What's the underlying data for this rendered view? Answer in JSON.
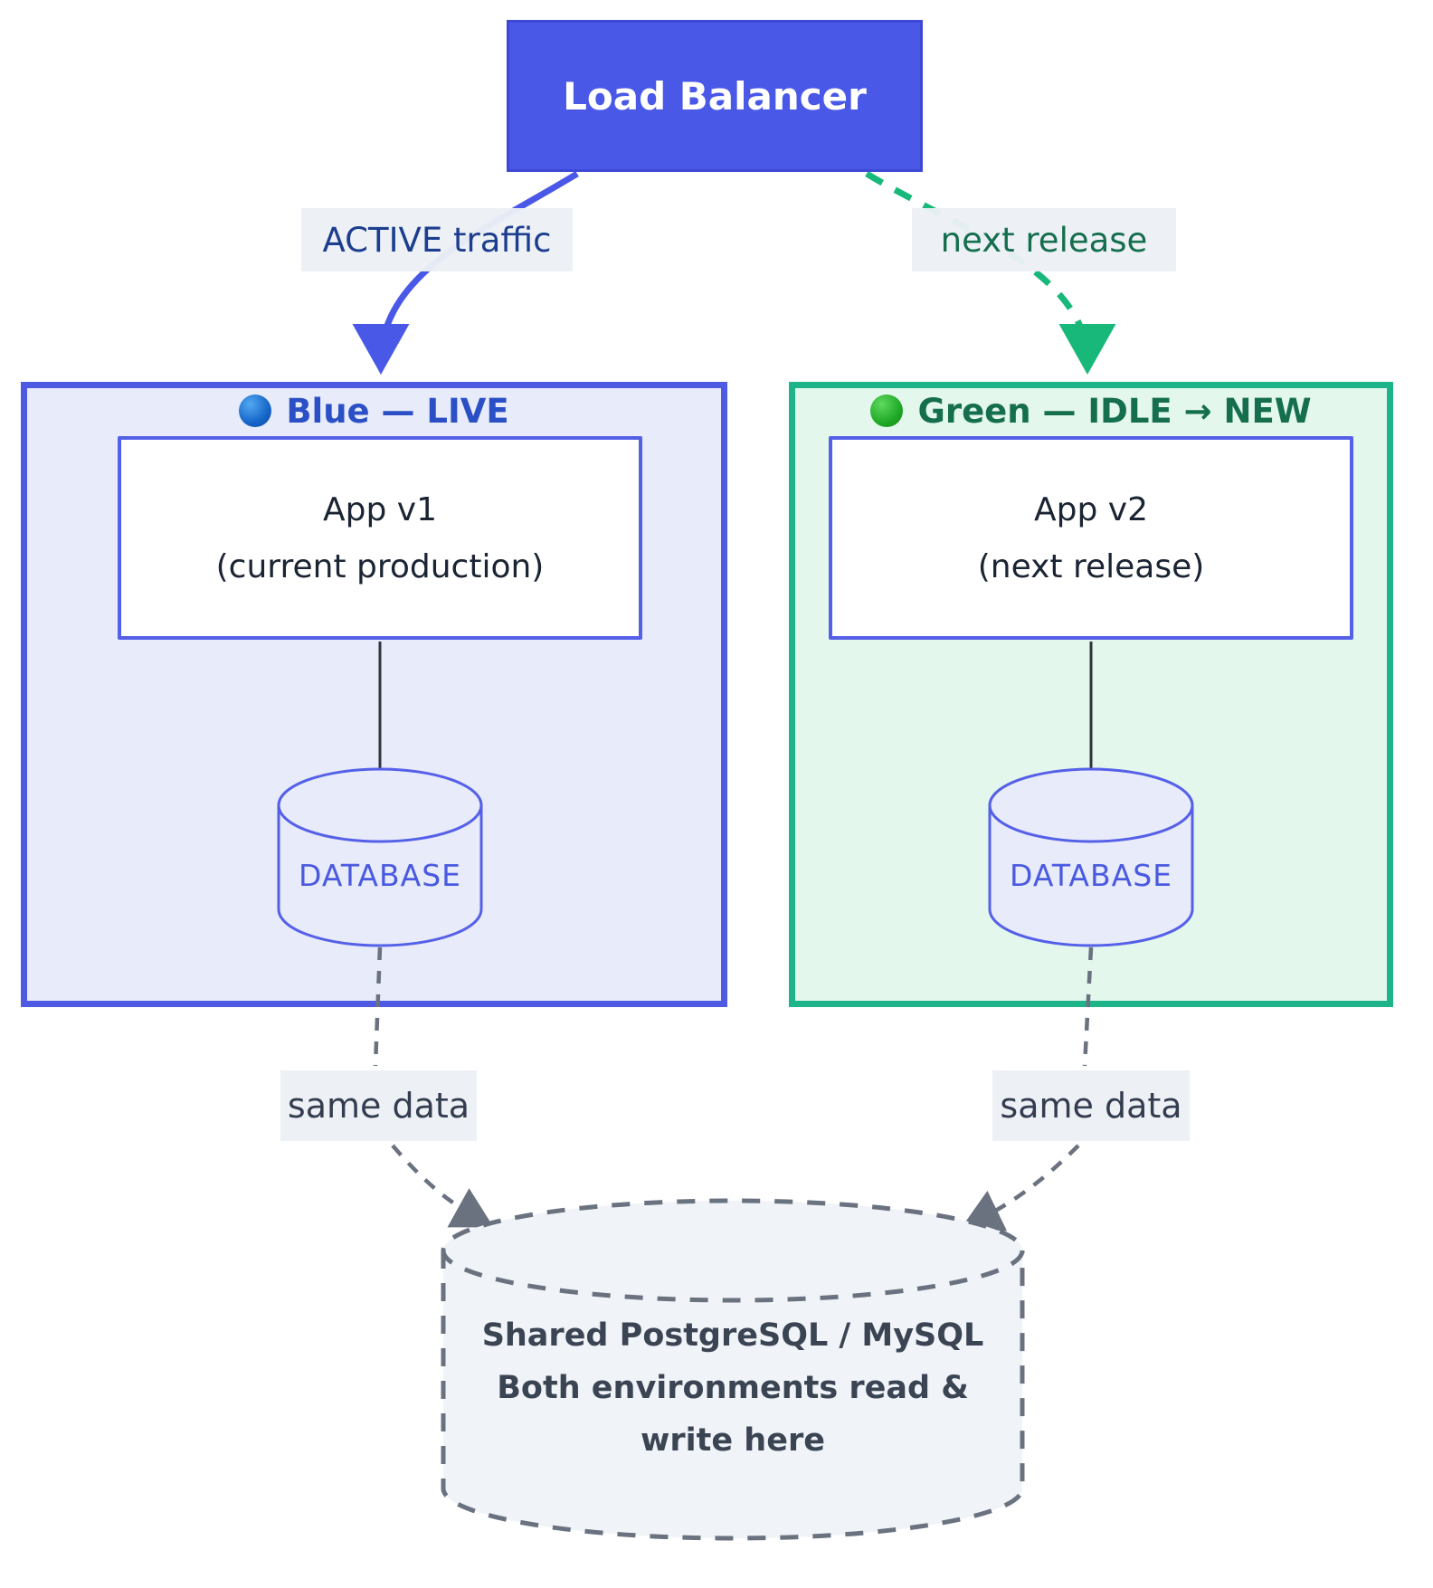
{
  "diagram": {
    "title_hint": "Blue-Green deployment architecture",
    "load_balancer": {
      "label": "Load Balancer"
    },
    "edges": {
      "active_traffic": "ACTIVE traffic",
      "next_release": "next release",
      "same_data_left": "same data",
      "same_data_right": "same data"
    },
    "blue_env": {
      "title": "Blue — LIVE",
      "status_icon": "blue-circle-icon",
      "app_line1": "App v1",
      "app_line2": "(current production)",
      "database_label": "DATABASE"
    },
    "green_env": {
      "title": "Green — IDLE → NEW",
      "status_icon": "green-circle-icon",
      "app_line1": "App v2",
      "app_line2": "(next release)",
      "database_label": "DATABASE"
    },
    "shared_db": {
      "line1": "Shared PostgreSQL / MySQL",
      "line2": "Both environments read &",
      "line3": "write here"
    },
    "colors": {
      "load_balancer_fill": "#4a58e8",
      "blue_accent": "#4f5ae2",
      "blue_fill": "#e8ebfa",
      "green_accent": "#1eb489",
      "green_fill": "#e3f7ec",
      "navy_text": "#1d3e8f",
      "dark_green_text": "#156e4e",
      "gray_stroke": "#6a7280",
      "slate_text": "#343d4f",
      "label_bg": "#ecf0f6"
    }
  }
}
